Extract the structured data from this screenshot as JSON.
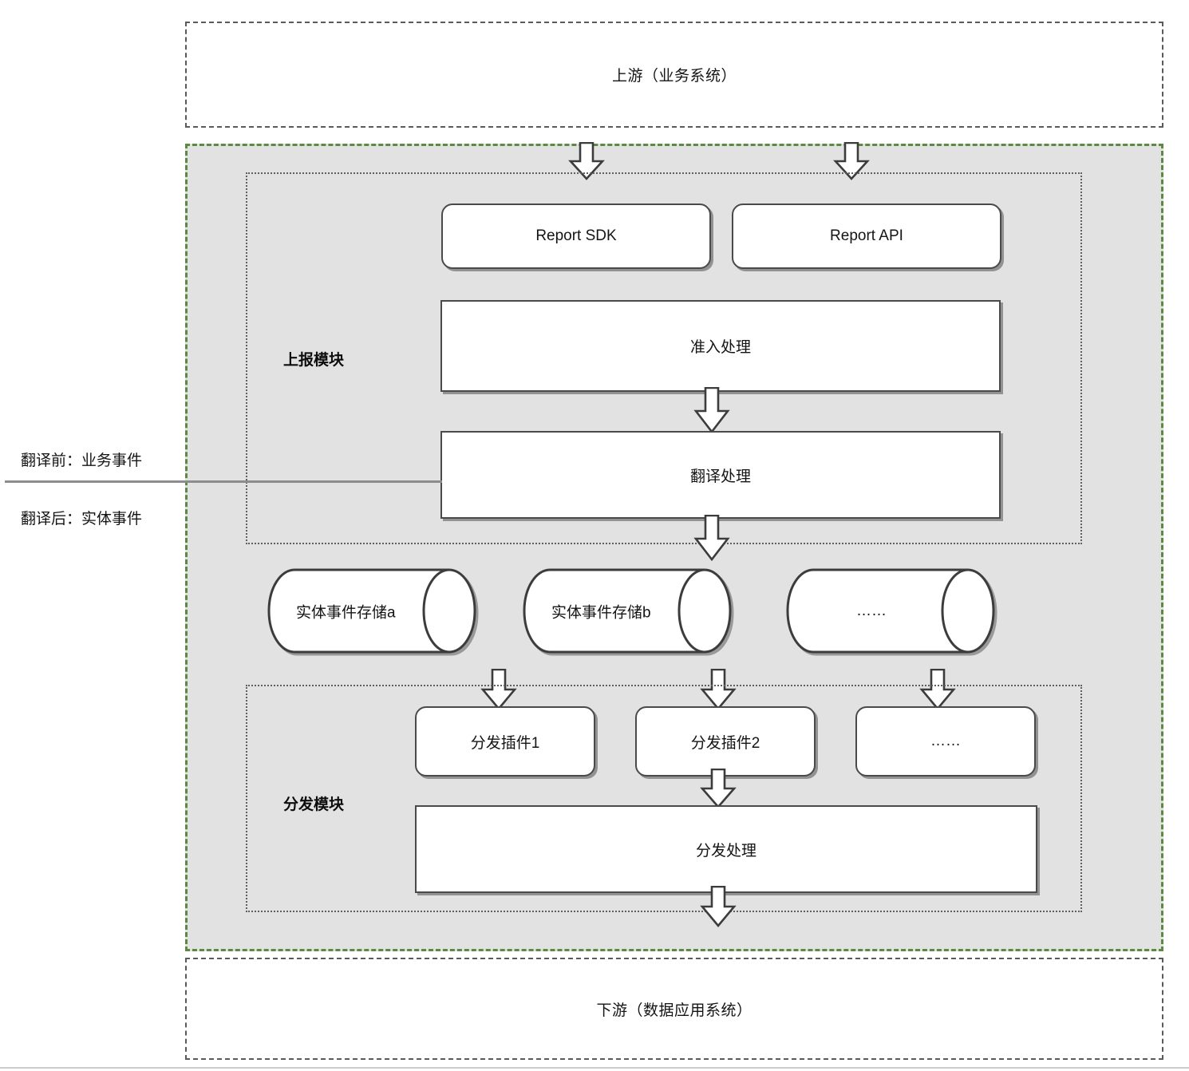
{
  "diagram": {
    "upstream": {
      "label": "上游（业务系统）"
    },
    "downstream": {
      "label": "下游（数据应用系统）"
    },
    "side_labels": {
      "before": "翻译前：业务事件",
      "after": "翻译后：实体事件"
    },
    "report_module": {
      "label": "上报模块",
      "entries": [
        {
          "label": "Report SDK"
        },
        {
          "label": "Report API"
        }
      ],
      "steps": [
        {
          "label": "准入处理"
        },
        {
          "label": "翻译处理"
        }
      ]
    },
    "storages": [
      {
        "label": "实体事件存储a"
      },
      {
        "label": "实体事件存储b"
      },
      {
        "label": "……"
      }
    ],
    "dispatch_module": {
      "label": "分发模块",
      "plugins": [
        {
          "label": "分发插件1"
        },
        {
          "label": "分发插件2"
        },
        {
          "label": "……"
        }
      ],
      "process": {
        "label": "分发处理"
      }
    },
    "arrows": {
      "sdk_in": "down-block-arrow",
      "api_in": "down-block-arrow",
      "admit_to_translate": "down-block-arrow",
      "translate_to_storage": "down-block-arrow",
      "storage_to_plugin_1": "down-block-arrow",
      "storage_to_plugin_2": "down-block-arrow",
      "storage_to_plugin_3": "down-block-arrow",
      "plugin_to_dispatch": "down-block-arrow",
      "dispatch_out": "down-block-arrow"
    },
    "colors": {
      "platform_border": "#5d8a42",
      "platform_fill": "#e2e2e2",
      "module_border": "#5f5f5f",
      "shape_border": "#4a4a4a",
      "shape_fill": "#ffffff",
      "edge_border": "#5a5a5a",
      "divider": "#8d8d8d"
    }
  }
}
